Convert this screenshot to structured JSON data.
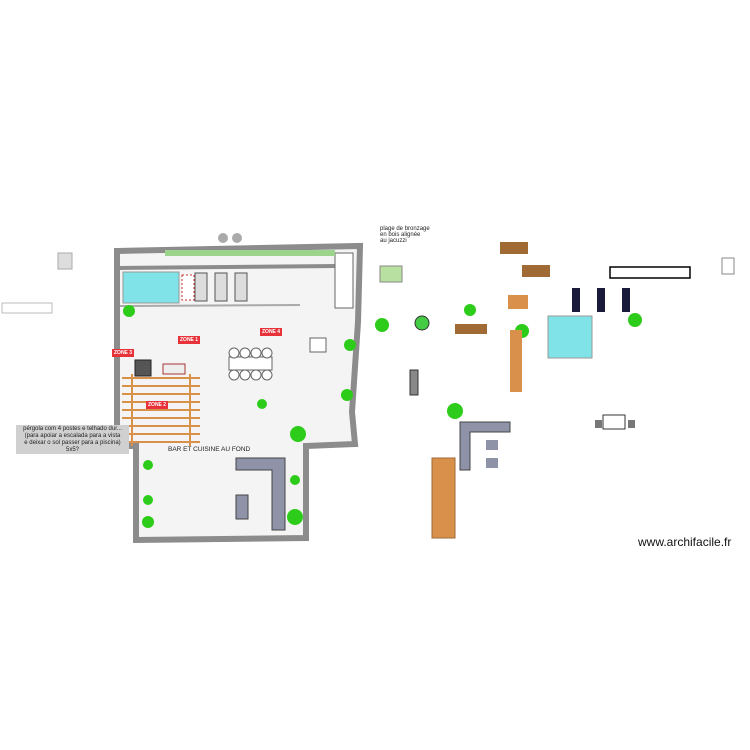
{
  "plan": {
    "zones": [
      "ZONE 1",
      "ZONE 4",
      "ZONE 3",
      "ZONE 2"
    ],
    "pergola_note": [
      "pérgola com 4 postes e telhado dur...",
      "(para apoiar a escalada para a vista",
      "e deixar o sol passer para a piscina)",
      "5x5?"
    ],
    "bar_label": "BAR ET CUISINE AU FOND",
    "deck_note": [
      "plage de bronzage",
      "en bois alignée",
      "au jacuzzi"
    ],
    "watermark": "www.archifacile.fr"
  },
  "colors": {
    "wall": "#8c8c8c",
    "pool": "#7fe3e8",
    "wood": "#d9904a",
    "zone_badge": "#e8323a",
    "plant": "#2ecc1a",
    "sofa": "#8e93a8"
  }
}
